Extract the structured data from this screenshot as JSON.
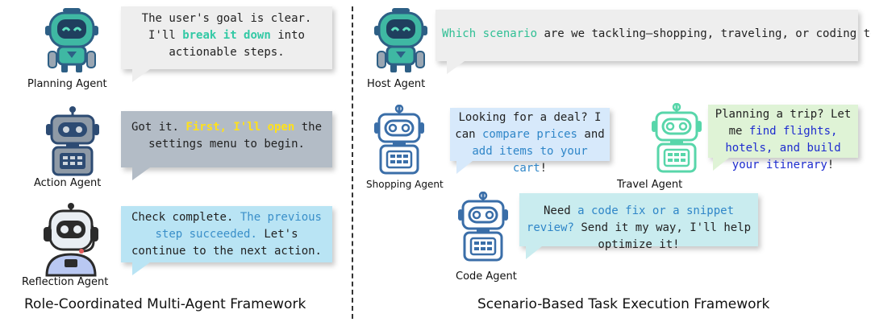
{
  "left": {
    "caption": "Role-Coordinated Multi-Agent Framework",
    "planning": {
      "label": "Planning Agent",
      "msg": [
        "The user's goal is clear. I'll ",
        "break it down",
        " into actionable steps."
      ]
    },
    "action": {
      "label": "Action Agent",
      "msg": [
        "Got it. ",
        "First, I'll open",
        " the settings menu to begin."
      ]
    },
    "reflection": {
      "label": "Reflection Agent",
      "msg": [
        "Check complete. ",
        "The previous step succeeded.",
        " Let's continue to the next action."
      ]
    }
  },
  "right": {
    "caption": "Scenario-Based Task Execution Framework",
    "host": {
      "label": "Host Agent",
      "msg": [
        "Which scenario",
        " are we tackling—shopping, traveling, or coding today?"
      ]
    },
    "shopping": {
      "label": "Shopping Agent",
      "msg": [
        "Looking for a deal? I can ",
        "compare prices",
        " and ",
        "add items to your cart",
        "!"
      ]
    },
    "travel": {
      "label": "Travel Agent",
      "msg": [
        "Planning a trip? Let me ",
        "find flights, hotels, and build your itinerary",
        "!"
      ]
    },
    "code": {
      "label": "Code Agent",
      "msg": [
        "Need ",
        "a code fix or a snippet review?",
        " Send it my way, I'll help optimize it!"
      ]
    }
  },
  "colors": {
    "planning_bubble": "#eeeeee",
    "action_bubble": "#b3bcc6",
    "reflection_bubble": "#b9e4f4",
    "host_bubble": "#eeeeee",
    "shopping_bubble": "#d7e9fb",
    "travel_bubble": "#dff3d6",
    "code_bubble": "#c9ecef",
    "robot_teal": "#3fb8a3",
    "robot_navy": "#2d4b73",
    "robot_blue": "#3a6ea8",
    "robot_mint": "#58d6aa"
  }
}
